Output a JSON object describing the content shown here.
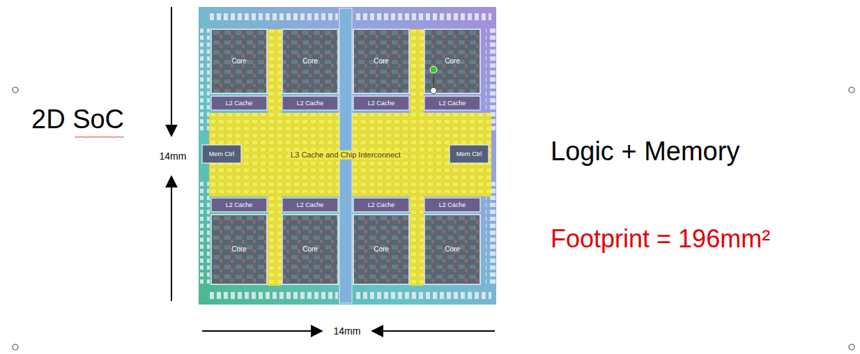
{
  "diagram": {
    "labels": [
      "2D SoC",
      "14mm",
      "14mm",
      "Logic + Memory",
      "Footprint = 196mm²",
      "Core",
      "Core",
      "Core",
      "Core",
      "L2 Cache",
      "L2 Cache",
      "L2 Cache",
      "L2 Cache",
      "Mem Ctrl",
      "L3 Cache and Chip Interconnect",
      "Mem Ctrl",
      "L2 Cache",
      "L2 Cache",
      "L2 Cache",
      "L2 Cache",
      "Core",
      "Core",
      "Core",
      "Core"
    ]
  }
}
